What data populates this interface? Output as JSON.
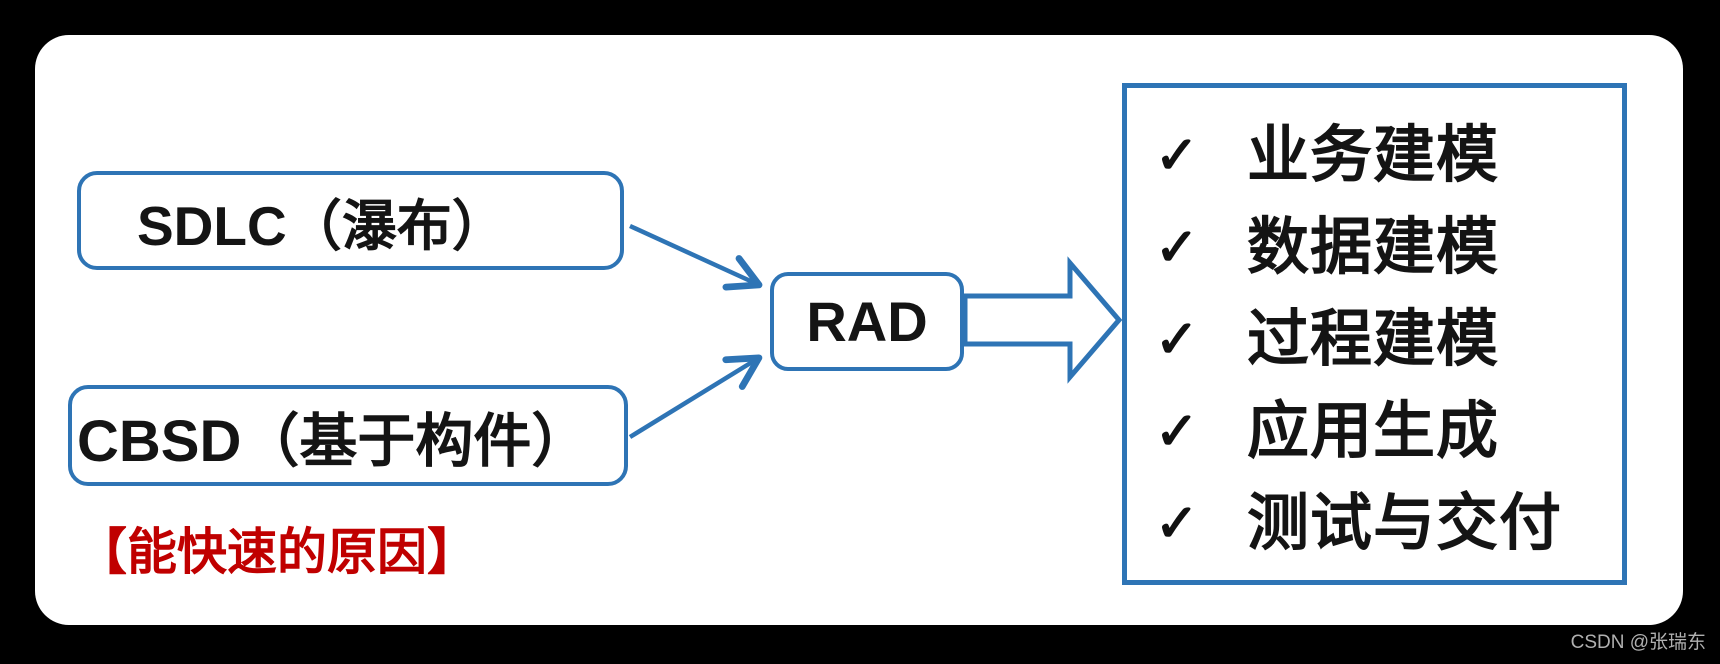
{
  "canvas": {
    "background_color": "#000000",
    "surface_color": "#ffffff"
  },
  "diagram": {
    "accent_blue": "#2e74b5",
    "text_black": "#141414",
    "nodes": {
      "sdlc": {
        "label": "SDLC（瀑布）"
      },
      "cbsd": {
        "label": "CBSD（基于构件）"
      },
      "rad": {
        "label": "RAD"
      }
    },
    "checklist": {
      "items": [
        {
          "check": "✓",
          "label": "业务建模"
        },
        {
          "check": "✓",
          "label": "数据建模"
        },
        {
          "check": "✓",
          "label": "过程建模"
        },
        {
          "check": "✓",
          "label": "应用生成"
        },
        {
          "check": "✓",
          "label": "测试与交付"
        }
      ]
    },
    "note": {
      "label": "【能快速的原因】",
      "color": "#c00000"
    }
  },
  "watermark": {
    "label": "CSDN @张瑞东"
  }
}
